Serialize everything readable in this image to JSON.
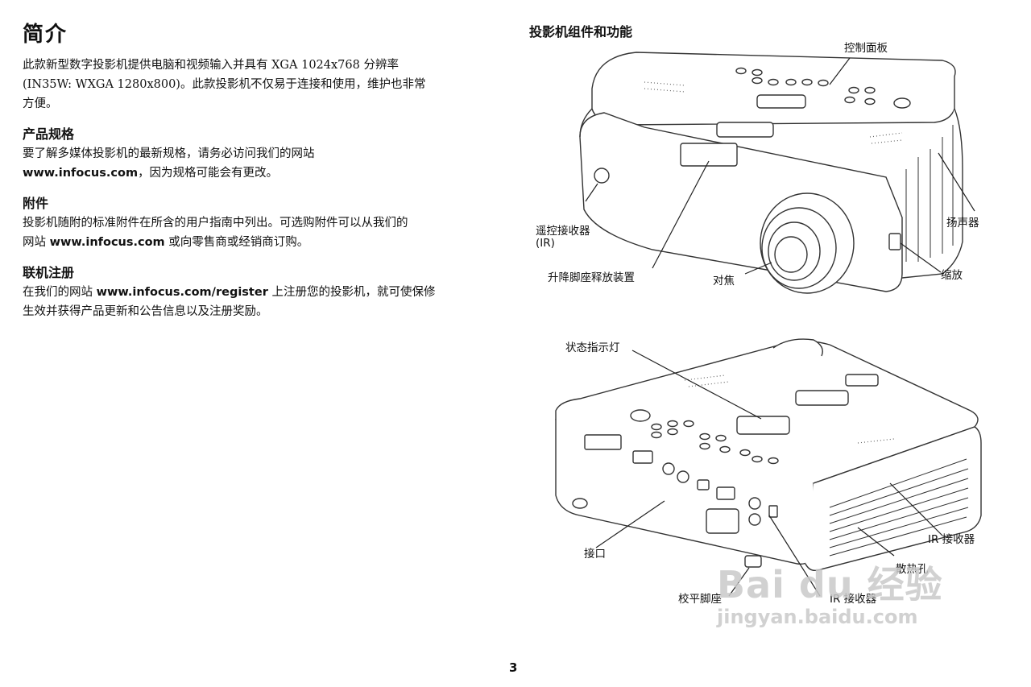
{
  "intro": {
    "title": "简介",
    "lines": [
      "此款新型数字投影机提供电脑和视频输入并具有 XGA 1024x768 分辨率",
      "(IN35W: WXGA 1280x800)。此款投影机不仅易于连接和使用，维护也非常",
      "方便。"
    ]
  },
  "specs": {
    "title": "产品规格",
    "line1": "要了解多媒体投影机的最新规格，请务必访问我们的网站",
    "link": "www.infocus.com",
    "after_link": "，因为规格可能会有更改。"
  },
  "accessories": {
    "title": "附件",
    "line1": "投影机随附的标准附件在所含的用户指南中列出。可选购附件可以从我们的",
    "before_link": "网站 ",
    "link": "www.infocus.com",
    "after_link": " 或向零售商或经销商订购。"
  },
  "registration": {
    "title": "联机注册",
    "before_link": "在我们的网站 ",
    "link": "www.infocus.com/register",
    "after_link": " 上注册您的投影机，就可使保修",
    "line2": "生效并获得产品更新和公告信息以及注册奖励。"
  },
  "components": {
    "title": "投影机组件和功能",
    "top_labels": {
      "control_panel": "控制面板",
      "speaker": "扬声器",
      "remote_receiver_1": "遥控接收器",
      "remote_receiver_2": "(IR)",
      "zoom": "缩放",
      "elevator": "升降脚座释放装置",
      "focus": "对焦"
    },
    "bottom_labels": {
      "status_light": "状态指示灯",
      "ir_receiver_right": "IR 接收器",
      "connectors": "接口",
      "vents": "散热孔",
      "leveling_foot": "校平脚座",
      "ir_receiver_bottom": "IR 接收器"
    }
  },
  "page_number": "3",
  "watermark": {
    "logo": "Bai du 经验",
    "url": "jingyan.baidu.com"
  }
}
